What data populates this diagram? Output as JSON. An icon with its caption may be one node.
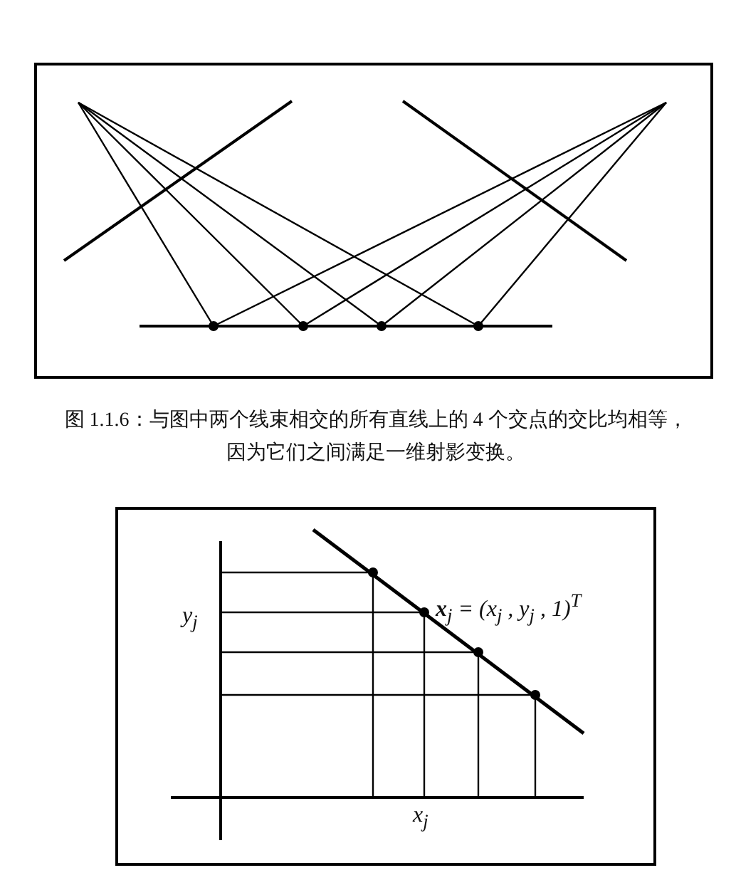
{
  "diagram": {
    "caption": "图 1.1.6：与图中两个线束相交的所有直线上的 4 个交点的交比均相等，因为它们之间满足一维射影变换。",
    "labels": [
      "y$_{j}$",
      "**x**$_{j}$ = (x$_{j}$ , y$_{j}$ ,  1)$^{T}$",
      "x$_{j}$"
    ]
  }
}
